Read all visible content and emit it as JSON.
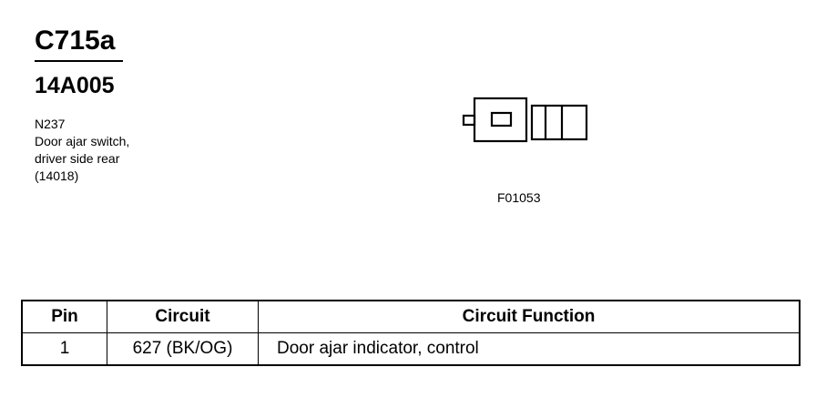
{
  "header": {
    "connector_id": "C715a",
    "part_number": "14A005"
  },
  "description": {
    "lines": [
      "N237",
      "Door ajar switch,",
      "driver side rear",
      "(14018)"
    ]
  },
  "figure": {
    "code": "F01053"
  },
  "pin_table": {
    "headers": [
      "Pin",
      "Circuit",
      "Circuit Function"
    ],
    "rows": [
      [
        "1",
        "627 (BK/OG)",
        "Door ajar indicator, control"
      ]
    ]
  }
}
